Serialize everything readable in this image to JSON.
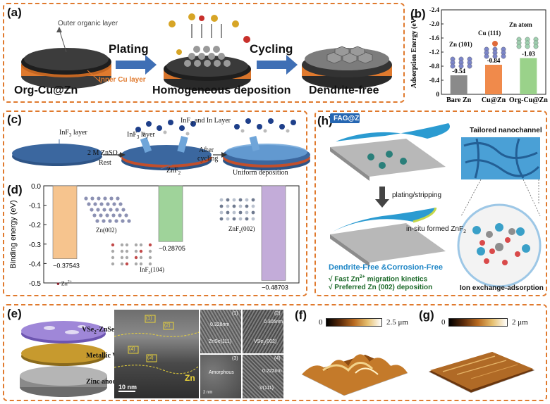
{
  "panel_a": {
    "label": "(a)",
    "outer_layer": "Outer organic layer",
    "inner_layer": "Inner Cu layer",
    "plating": "Plating",
    "cycling": "Cycling",
    "caption_left": "Org-Cu@Zn",
    "caption_mid": "Homogeneous deposition",
    "caption_right": "Dendrite-free"
  },
  "panel_b": {
    "label": "(b)",
    "atom_labels": [
      "Zn (101)",
      "Cu (111)",
      "Zn atom"
    ]
  },
  "panel_c": {
    "label": "(c)",
    "inf3_layer_1": "InF",
    "inf3_layer_1_sub": "3",
    "inf3_layer_1_tail": " layer",
    "inf3_layer_2": "InF",
    "inf3_layer_2_sub": "3",
    "inf3_layer_2_tail": " layer",
    "inf3_in_layer": "InF",
    "inf3_in_layer_sub": "3",
    "inf3_in_layer_tail": " and In Layer",
    "electrolyte": "2 M ZnSO",
    "electrolyte_sub": "4",
    "rest": "Rest",
    "after": "After",
    "cycling": "cycling",
    "znf2": "ZnF",
    "znf2_sub": "2",
    "uniform": "Uniform deposition"
  },
  "panel_d": {
    "label": "(d)",
    "struct_labels": [
      "Zn(002)",
      "InF",
      "ZnF"
    ],
    "struct_subs": [
      "",
      "3",
      "2"
    ],
    "struct_tails": [
      "",
      "(104)",
      "(002)"
    ],
    "legend": "Zn",
    "legend_sup": "2+"
  },
  "panel_e": {
    "label": "(e)",
    "layer_top": "VSe",
    "layer_top_sub": "2",
    "layer_top_tail": "-ZnSe",
    "layer_mid": "Metallic V",
    "layer_bot": "Zinc anode",
    "tem_labels": [
      "(1)",
      "(2)",
      "(3)",
      "(4)",
      "Zn",
      "10 nm"
    ],
    "hr_top_left": "0.328nm",
    "hr_top_left_cap": "ZnSe(111)",
    "hr_top_right": "0.305nm",
    "hr_top_right_cap": "VSe",
    "hr_top_right_sub": "2",
    "hr_top_right_tail": "(002)",
    "hr_bot_left_cap": "Amorphous",
    "hr_bot_right": "0.222nm",
    "hr_bot_right_cap": "V(111)",
    "scale": "2 nm"
  },
  "panel_f": {
    "label": "(f)",
    "min": "0",
    "max": "2.5 μm"
  },
  "panel_g": {
    "label": "(g)",
    "min": "0",
    "max": "2 μm"
  },
  "panel_h": {
    "label": "(h)",
    "fag": "FAG@Zn",
    "tailored": "Tailored nanochannel",
    "plating": "plating/stripping",
    "insitu": "in-situ formed ZnF",
    "insitu_sub": "2",
    "free": "Dendrite-Free &Corrosion-Free",
    "bullet1": "√ Fast Zn",
    "bullet1_sup": "2+",
    "bullet1_tail": " migration kinetics",
    "bullet2": "√ Preferred Zn (002) deposition",
    "ion": "Ion exchange-adsorption"
  },
  "chart_b": {
    "type": "bar",
    "categories": [
      "Bare Zn",
      "Cu@Zn",
      "Org-Cu@Zn"
    ],
    "values": [
      -0.54,
      -0.84,
      -1.03
    ],
    "value_labels": [
      "-0.54",
      "-0.84",
      "-1.03"
    ],
    "ylabel": "Adsorption Energy (eV)",
    "ylim": [
      0,
      -2.4
    ],
    "yticks": [
      -2.4,
      -2.0,
      -1.6,
      -1.2,
      -0.8,
      -0.4,
      0
    ],
    "ytick_labels": [
      "-2.4",
      "-2.0",
      "-1.6",
      "-1.2",
      "-0.8",
      "-0.4",
      "0"
    ],
    "colors": [
      "#8a8a8a",
      "#f08a4b",
      "#9ad28a"
    ]
  },
  "chart_d": {
    "type": "bar",
    "categories": [
      "Zn(002)",
      "InF3(104)",
      "ZnF2(002)"
    ],
    "values": [
      -0.37543,
      -0.28705,
      -0.48703
    ],
    "value_labels": [
      "−0.37543",
      "−0.28705",
      "−0.48703"
    ],
    "ylabel": "Binding energy (eV)",
    "ylim": [
      -0.5,
      0.0
    ],
    "yticks": [
      0.0,
      -0.1,
      -0.2,
      -0.3,
      -0.4,
      -0.5
    ],
    "ytick_labels": [
      "0.0",
      "-0.1",
      "-0.2",
      "-0.3",
      "-0.4",
      "-0.5"
    ],
    "colors": [
      "#f6c48e",
      "#9fd39a",
      "#c3acd9"
    ]
  }
}
